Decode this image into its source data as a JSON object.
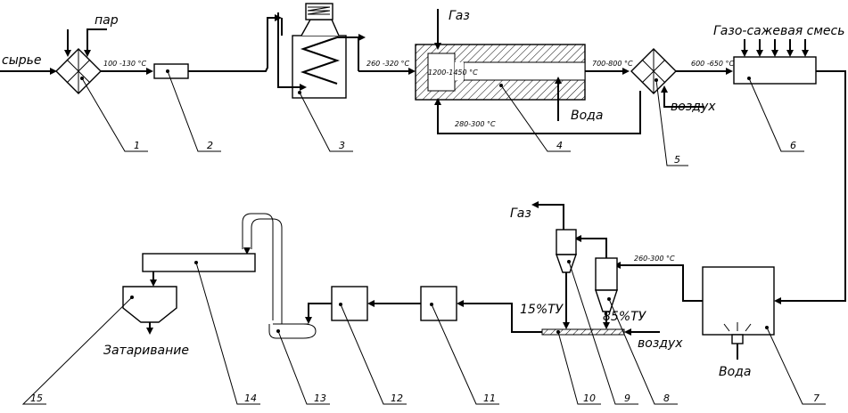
{
  "labels": {
    "raw": "сырье",
    "steam": "пар",
    "gas_top": "Газ",
    "gas_soot": "Газо-сажевая смесь",
    "water_reactor": "Вода",
    "air_5": "воздух",
    "gas_out": "Газ",
    "p15": "15%ТУ",
    "p85": "85%ТУ",
    "air_10": "воздух",
    "water_7": "Вода",
    "packing": "Затаривание"
  },
  "temps": {
    "t1": "100 -130 °C",
    "t3": "260 -320 °C",
    "t4": "1200-1450 °C",
    "t4b": "280-300 °C",
    "t5": "700-800 °C",
    "t6": "600 -650 °C",
    "t8": "260-300 °C"
  },
  "numbers": [
    "1",
    "2",
    "3",
    "4",
    "5",
    "6",
    "7",
    "8",
    "9",
    "10",
    "11",
    "12",
    "13",
    "14",
    "15"
  ]
}
